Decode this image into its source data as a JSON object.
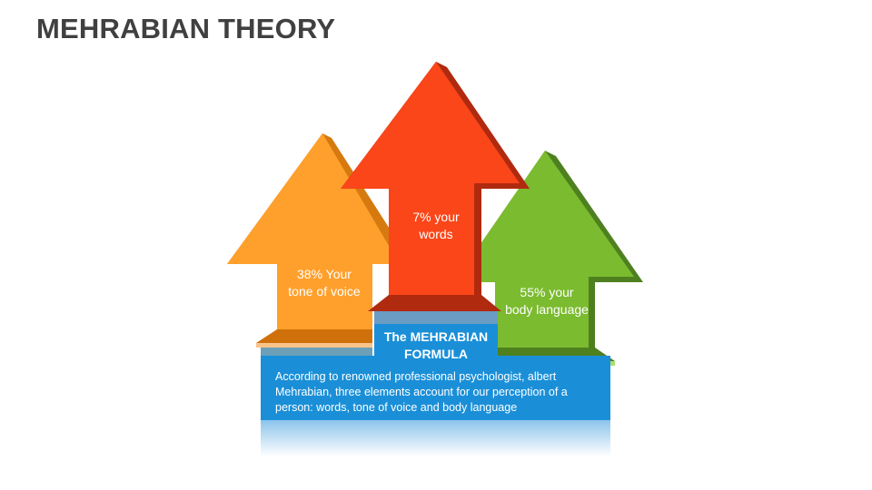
{
  "title": "MEHRABIAN THEORY",
  "arrows": [
    {
      "label": "38% Your tone of voice",
      "percent": 38,
      "color": "#FFA02C"
    },
    {
      "label": "7% your words",
      "percent": 7,
      "color": "#FA4619"
    },
    {
      "label": "55% your body language",
      "percent": 55,
      "color": "#7BBB2F"
    }
  ],
  "formula": {
    "title": "The MEHRABIAN FORMULA",
    "description": "According to renowned professional psychologist, albert Mehrabian, three elements account for our perception of a person: words, tone of voice and body language",
    "color": "#1A8FD8"
  }
}
